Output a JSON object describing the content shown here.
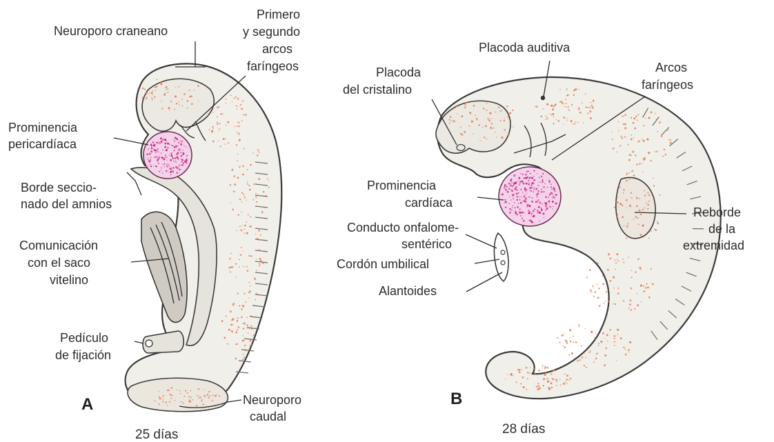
{
  "panel_a": {
    "letter": "A",
    "caption": "25 días",
    "labels": {
      "neuroporo_craneano": "Neuroporo craneano",
      "arcos_1": "Primero",
      "arcos_2": "y segundo",
      "arcos_3": "arcos",
      "arcos_4": "faríngeos",
      "prominencia_1": "Prominencia",
      "prominencia_2": "pericardíaca",
      "borde_1": "Borde seccio-",
      "borde_2": "nado del amnios",
      "comunicacion_1": "Comunicación",
      "comunicacion_2": "con el saco",
      "comunicacion_3": "vitelino",
      "pediculo_1": "Pedículo",
      "pediculo_2": "de fijación",
      "neuroporo_caudal_1": "Neuroporo",
      "neuroporo_caudal_2": "caudal"
    }
  },
  "panel_b": {
    "letter": "B",
    "caption": "28 días",
    "labels": {
      "placoda_auditiva": "Placoda auditiva",
      "placoda_cristalino_1": "Placoda",
      "placoda_cristalino_2": "del cristalino",
      "arcos_1": "Arcos",
      "arcos_2": "faríngeos",
      "prominencia_1": "Prominencia",
      "prominencia_2": "cardíaca",
      "conducto_1": "Conducto onfalome-",
      "conducto_2": "sentérico",
      "cordon": "Cordón umbilical",
      "alantoides": "Alantoides",
      "reborde_1": "Reborde",
      "reborde_2": "de la",
      "reborde_3": "extremidad"
    }
  },
  "colors": {
    "embryo_fill": "#f1efe9",
    "speckle": "#e0784a",
    "heart_dots": "#c8197f"
  }
}
